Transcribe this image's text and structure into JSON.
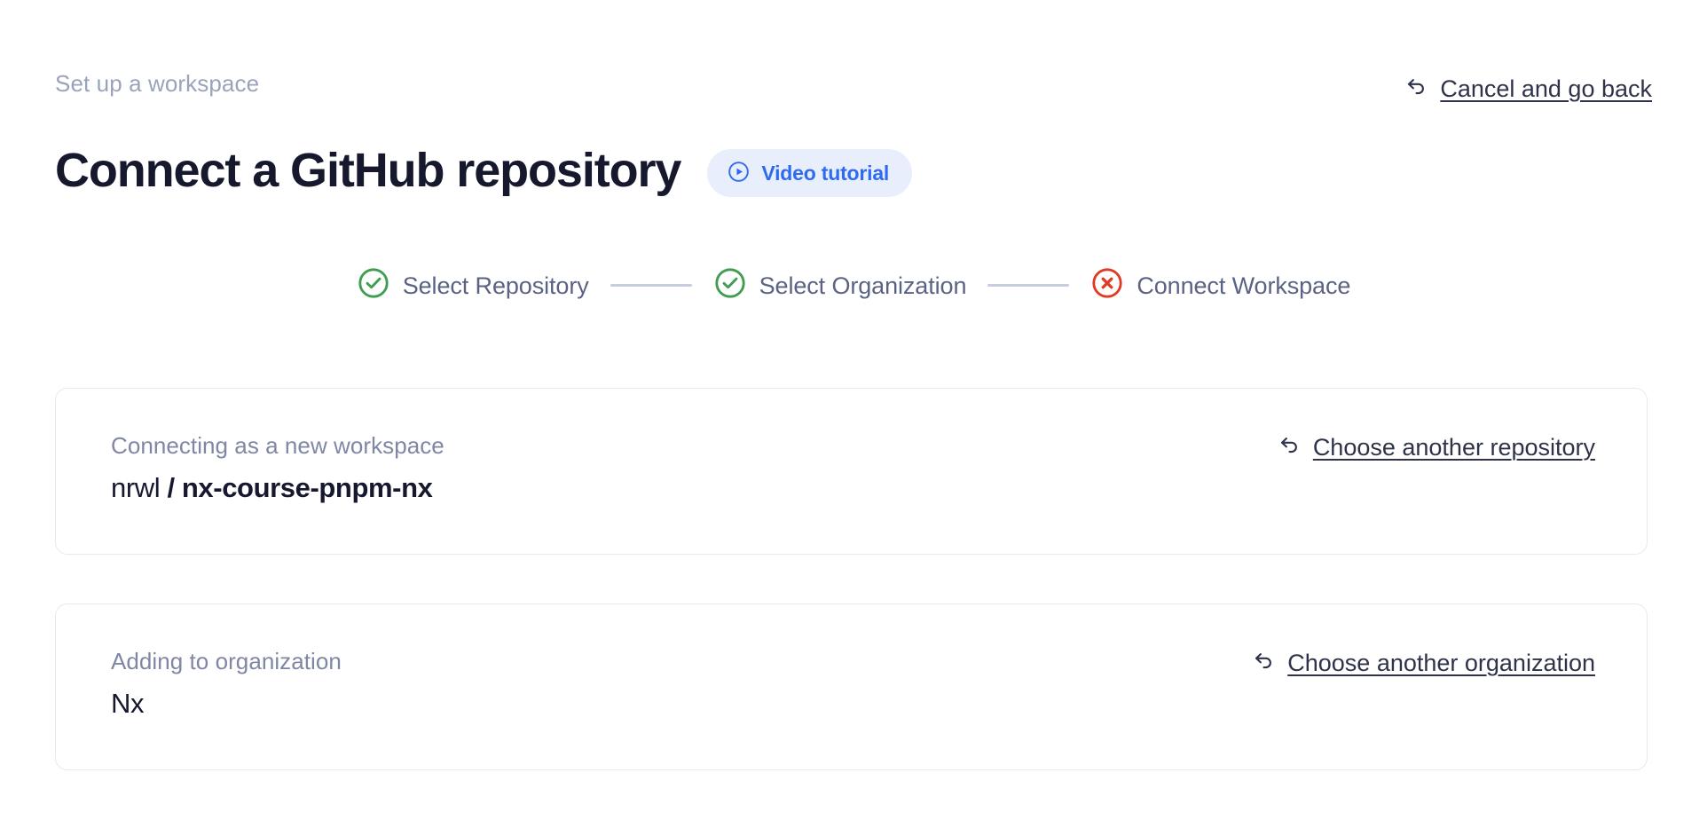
{
  "header": {
    "eyebrow": "Set up a workspace",
    "title": "Connect a GitHub repository",
    "video_badge": {
      "label": "Video tutorial",
      "icon": "play-circle-icon",
      "bg_color": "#e9eefc",
      "text_color": "#2f6bf0"
    },
    "cancel_link": {
      "label": "Cancel and go back",
      "icon": "back-arrow-icon"
    }
  },
  "stepper": {
    "steps": [
      {
        "label": "Select Repository",
        "state": "complete",
        "icon": "check-circle-icon",
        "color": "#3f9d4f"
      },
      {
        "label": "Select Organization",
        "state": "complete",
        "icon": "check-circle-icon",
        "color": "#3f9d4f"
      },
      {
        "label": "Connect Workspace",
        "state": "error",
        "icon": "x-circle-icon",
        "color": "#e03b22"
      }
    ],
    "connector_color": "#c7cddf",
    "label_color": "#5b6283"
  },
  "cards": [
    {
      "kicker": "Connecting as a new workspace",
      "owner": "nrwl",
      "separator": " / ",
      "name": "nx-course-pnpm-nx",
      "action": {
        "label": "Choose another repository",
        "icon": "back-arrow-icon"
      }
    },
    {
      "kicker": "Adding to organization",
      "value": "Nx",
      "action": {
        "label": "Choose another organization",
        "icon": "back-arrow-icon"
      }
    }
  ]
}
